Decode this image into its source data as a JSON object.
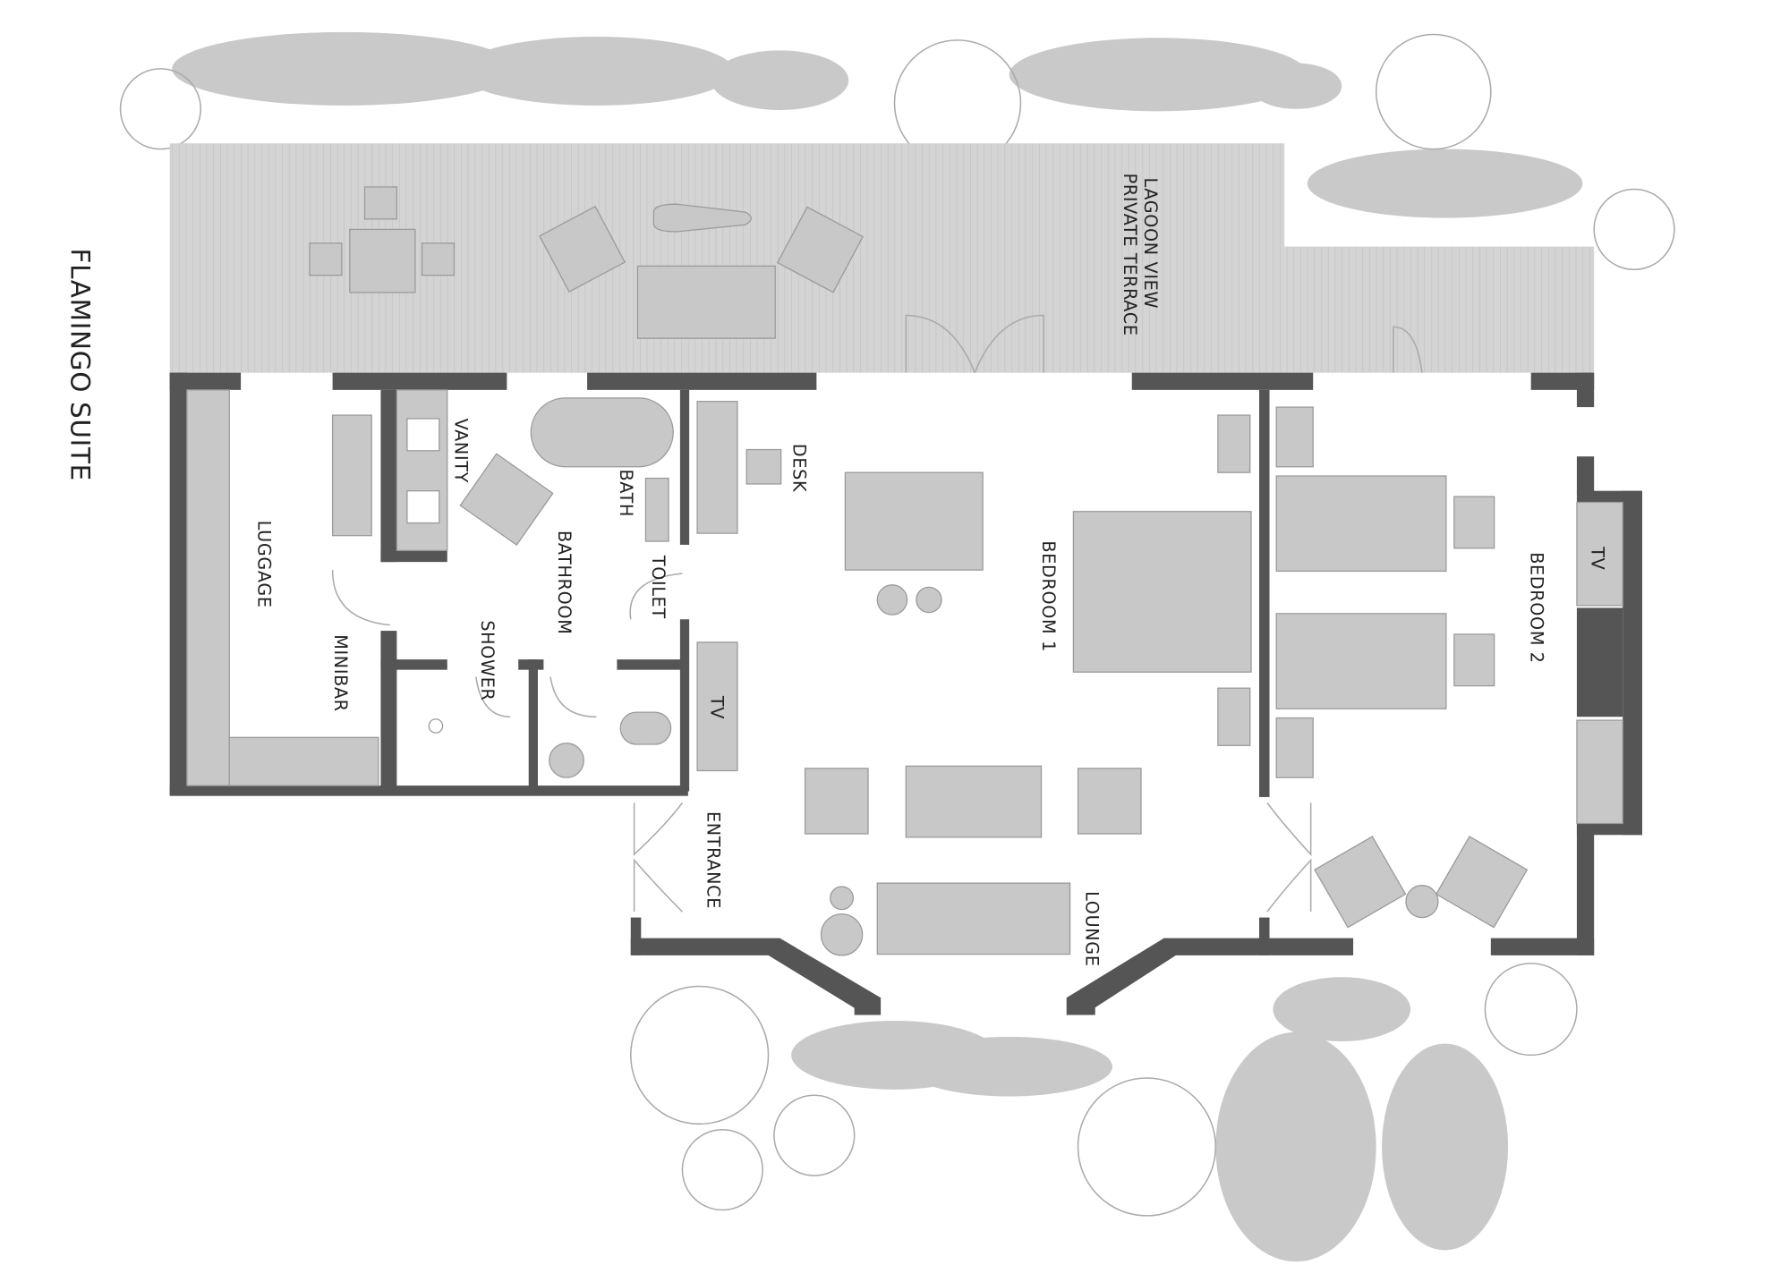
{
  "title": "FLAMINGO SUITE",
  "terrace": {
    "line1": "LAGOON VIEW",
    "line2": "PRIVATE TERRACE"
  },
  "rooms": {
    "luggage": "LUGGAGE",
    "minibar": "MINIBAR",
    "vanity": "VANITY",
    "bath": "BATH",
    "bathroom": "BATHROOM",
    "shower": "SHOWER",
    "toilet": "TOILET",
    "desk": "DESK",
    "tv1": "TV",
    "bedroom1": "BEDROOM 1",
    "bedroom2": "BEDROOM 2",
    "tv2": "TV",
    "entrance": "ENTRANCE",
    "lounge": "LOUNGE"
  },
  "colors": {
    "wall": "#555555",
    "furniture": "#c8c8c8",
    "vegetation": "#c9c9c9"
  }
}
